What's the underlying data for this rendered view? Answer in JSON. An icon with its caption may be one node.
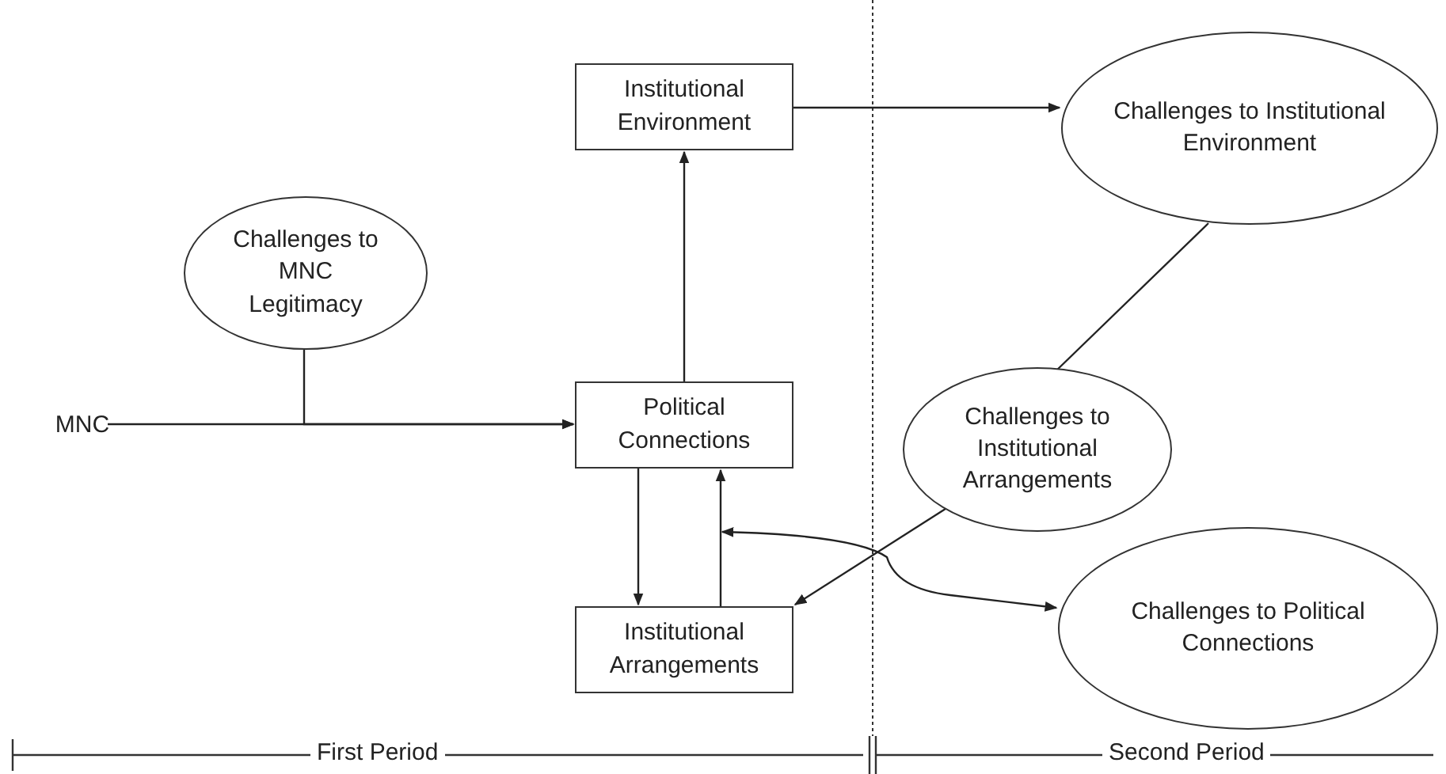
{
  "diagram": {
    "nodes": [
      {
        "text": [
          "Institutional Environment"
        ]
      },
      {
        "text": [
          "Challenges to MNC Legitimacy"
        ]
      },
      {
        "text": [
          "MNC"
        ]
      },
      {
        "text": [
          "Political Connections"
        ]
      },
      {
        "text": [
          "Institutional Arrangements"
        ]
      },
      {
        "text": [
          "Challenges to Institutional Environment"
        ]
      },
      {
        "text": [
          "Challenges to Institutional Arrangements"
        ]
      },
      {
        "text": [
          "Challenges to Political Connections"
        ]
      }
    ],
    "edges": [
      {
        "from": 2,
        "to": 3,
        "arrow": "to"
      },
      {
        "from": 1,
        "to": 3,
        "arrow": "to"
      },
      {
        "from": 3,
        "to": 0,
        "arrow": "to"
      },
      {
        "from": 0,
        "to": 5,
        "arrow": "to"
      },
      {
        "from": 5,
        "to": 6,
        "arrow": "none"
      },
      {
        "from": 6,
        "to": 4,
        "arrow": "to"
      },
      {
        "from": 3,
        "to": 4,
        "arrow": "to"
      },
      {
        "from": 4,
        "to": 3,
        "arrow": "to"
      },
      {
        "from": null,
        "to": 7,
        "arrow": "both"
      }
    ],
    "labels": [
      "First Period",
      "Second Period"
    ]
  }
}
